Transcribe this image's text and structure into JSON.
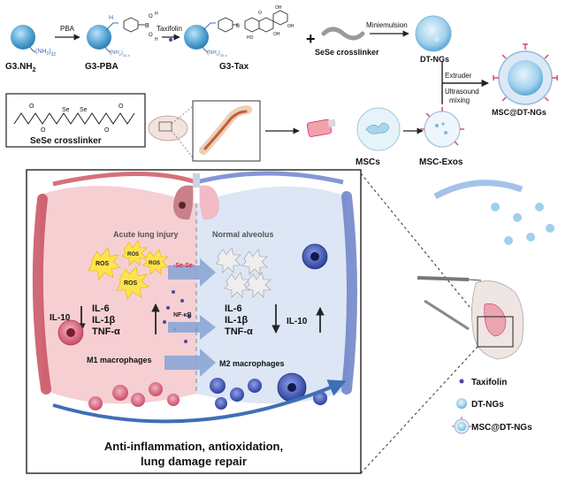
{
  "synthesis": {
    "g3nh2": "G3.NH",
    "g3nh2_sub": "2",
    "nh2_label": "(NH",
    "nh2_close": ")",
    "sub_32": "32",
    "sub_32x": "32-x",
    "pba": "PBA",
    "g3pba": "G3-PBA",
    "taxifolin": "Taxifolin",
    "g3tax": "G3-Tax",
    "b_label": "B",
    "o_label": "O",
    "h_label": "H",
    "ho_label": "HO",
    "oh_label": "OH",
    "h_nh": "H",
    "n_label": "N",
    "plus": "+",
    "sese_crosslinker": "SeSe crosslinker",
    "miniemulsion": "Miniemulsion",
    "dt_ngs": "DT-NGs",
    "extruder": "Extruder",
    "ultrasound_line1": "Ultrasound",
    "ultrasound_line2": "mixing",
    "msc_dt_ngs": "MSC@DT-NGs"
  },
  "crosslinker_box": {
    "o_top": "O",
    "o_left": "O",
    "se_left": "Se",
    "se_right": "Se",
    "o_right": "O",
    "label": "SeSe crosslinker"
  },
  "cells": {
    "mscs": "MSCs",
    "msc_exos": "MSC-Exos"
  },
  "mechanism": {
    "acute_lung_injury": "Acute lung injury",
    "normal_alveolus": "Normal alveolus",
    "ros": "ROS",
    "sese": "-Se-Se-",
    "nfkb": "NF-κB",
    "il10": "IL-10",
    "il6": "IL-6",
    "il1b": "IL-1β",
    "tnfa": "TNF-α",
    "m1": "M1 macrophages",
    "m2": "M2 macrophages",
    "footer_line1": "Anti-inflammation, antioxidation,",
    "footer_line2": "lung damage repair"
  },
  "legend": {
    "taxifolin": "Taxifolin",
    "dt_ngs": "DT-NGs",
    "msc_dt_ngs": "MSC@DT-NGs"
  },
  "colors": {
    "dendrimer": "#5aa8d6",
    "inflamed_tissue": "#f6cfd3",
    "healthy_tissue": "#dde6f5",
    "arrow_blue": "#3f6fb5",
    "ros_yellow": "#ffe34d",
    "macrophage_pink": "#e7738a",
    "macrophage_blue": "#3f57b8",
    "taxifolin_dot": "#4a4a9c"
  }
}
